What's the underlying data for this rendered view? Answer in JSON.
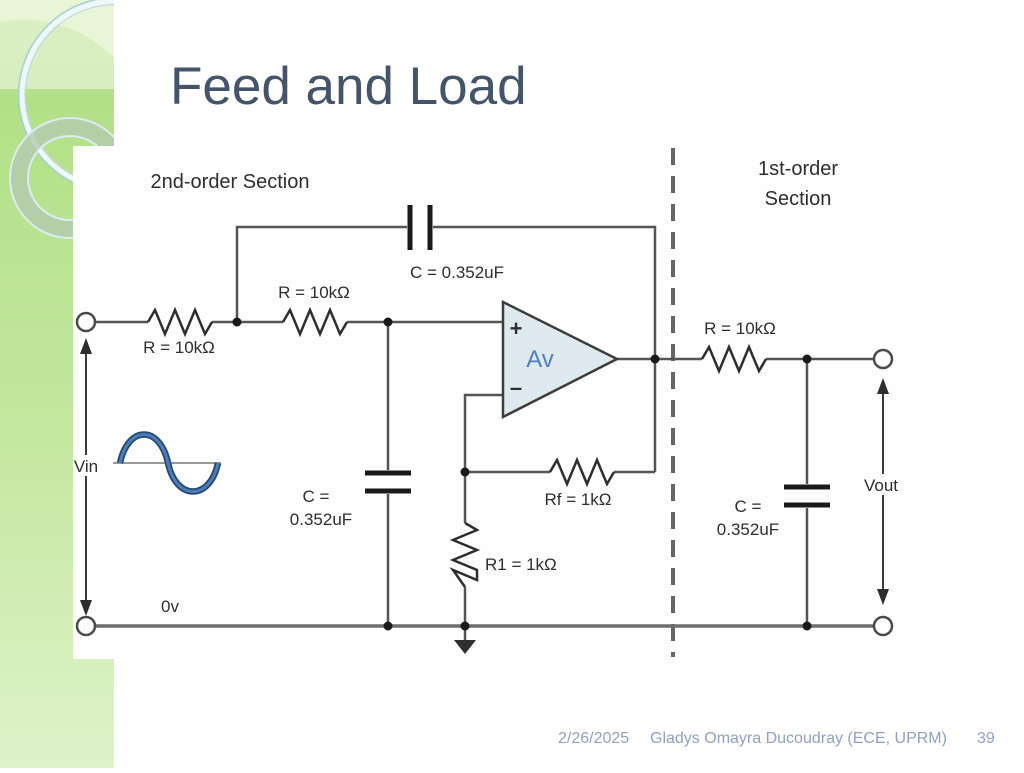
{
  "slide": {
    "title": "Feed and Load",
    "footer": {
      "date": "2/26/2025",
      "author": "Gladys Omayra Ducoudray (ECE, UPRM)",
      "page": "39"
    }
  },
  "circuit": {
    "section_labels": {
      "second_order": "2nd-order Section",
      "first_order_line1": "1st-order",
      "first_order_line2": "Section"
    },
    "components": {
      "r_input": "R = 10kΩ",
      "r_series": "R = 10kΩ",
      "c_feedback": "C = 0.352uF",
      "c_shunt_line1": "C =",
      "c_shunt_line2": "0.352uF",
      "opamp_plus": "+",
      "opamp_minus": "–",
      "opamp_gain": "Av",
      "rf": "Rf = 1kΩ",
      "r1": "R1 = 1kΩ",
      "r_output": "R = 10kΩ",
      "c_output_line1": "C =",
      "c_output_line2": "0.352uF"
    },
    "signals": {
      "vin": "Vin",
      "vout": "Vout",
      "ground_rail": "0v"
    },
    "colors": {
      "wire": "#555555",
      "rail": "#6e6e6e",
      "component": "#2e2e2e",
      "opamp_fill": "#dfe9f0",
      "opamp_text": "#4f81bd",
      "sine_outer": "#27476e",
      "sine_inner": "#4a7ebb",
      "divider": "#666666"
    }
  },
  "theme": {
    "title_color": "#44546a",
    "footer_color": "#8fa1c0",
    "sidebar_green": "#b5e18c"
  }
}
